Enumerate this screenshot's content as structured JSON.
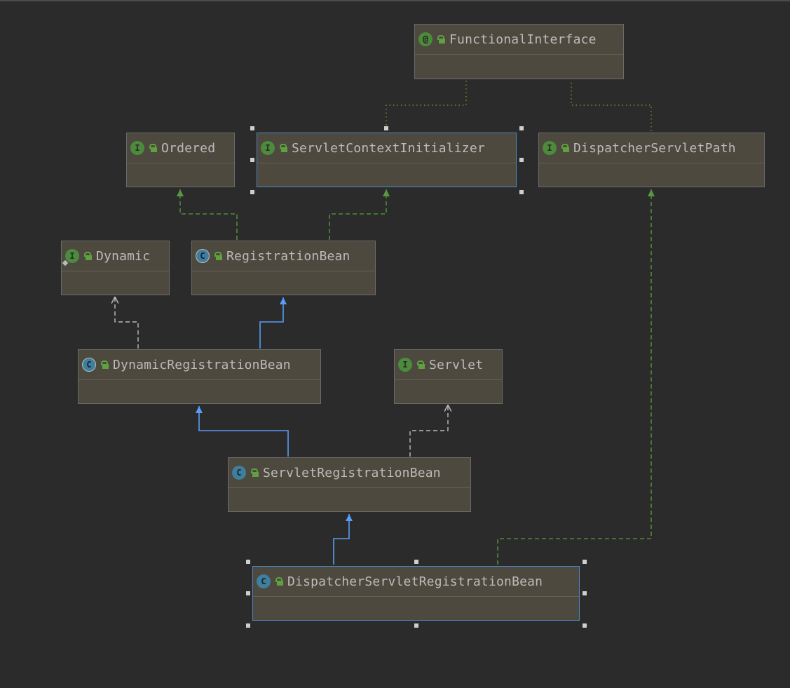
{
  "diagram": {
    "nodes": [
      {
        "id": "functional-interface",
        "name": "FunctionalInterface",
        "kind": "annotation",
        "kind_glyph": "@"
      },
      {
        "id": "ordered",
        "name": "Ordered",
        "kind": "interface",
        "kind_glyph": "I"
      },
      {
        "id": "servlet-context-initializer",
        "name": "ServletContextInitializer",
        "kind": "interface",
        "kind_glyph": "I"
      },
      {
        "id": "dispatcher-servlet-path",
        "name": "DispatcherServletPath",
        "kind": "interface",
        "kind_glyph": "I"
      },
      {
        "id": "dynamic",
        "name": "Dynamic",
        "kind": "interface",
        "kind_glyph": "I"
      },
      {
        "id": "registration-bean",
        "name": "RegistrationBean",
        "kind": "abstract-class",
        "kind_glyph": "C"
      },
      {
        "id": "dynamic-registration-bean",
        "name": "DynamicRegistrationBean",
        "kind": "abstract-class",
        "kind_glyph": "C"
      },
      {
        "id": "servlet",
        "name": "Servlet",
        "kind": "interface",
        "kind_glyph": "I"
      },
      {
        "id": "servlet-registration-bean",
        "name": "ServletRegistrationBean",
        "kind": "class",
        "kind_glyph": "C"
      },
      {
        "id": "dispatcher-servlet-registration-bean",
        "name": "DispatcherServletRegistrationBean",
        "kind": "class",
        "kind_glyph": "C"
      }
    ],
    "edges": [
      {
        "from": "dispatcher-servlet-path",
        "to": "functional-interface",
        "type": "annotation"
      },
      {
        "from": "servlet-context-initializer",
        "to": "functional-interface",
        "type": "annotation"
      },
      {
        "from": "registration-bean",
        "to": "ordered",
        "type": "implements"
      },
      {
        "from": "registration-bean",
        "to": "servlet-context-initializer",
        "type": "implements"
      },
      {
        "from": "dynamic-registration-bean",
        "to": "registration-bean",
        "type": "extends"
      },
      {
        "from": "dynamic-registration-bean",
        "to": "dynamic",
        "type": "uses"
      },
      {
        "from": "servlet-registration-bean",
        "to": "dynamic-registration-bean",
        "type": "extends"
      },
      {
        "from": "servlet-registration-bean",
        "to": "servlet",
        "type": "uses"
      },
      {
        "from": "dispatcher-servlet-registration-bean",
        "to": "servlet-registration-bean",
        "type": "extends"
      },
      {
        "from": "dispatcher-servlet-registration-bean",
        "to": "dispatcher-servlet-path",
        "type": "implements"
      }
    ],
    "selected": [
      "servlet-context-initializer",
      "dispatcher-servlet-registration-bean"
    ],
    "colors": {
      "background": "#2b2b2b",
      "node_fill": "#4d493e",
      "extends_edge": "#589df6",
      "implements_edge": "#4f8a3c",
      "uses_edge": "#bbbbbb",
      "annotation_edge": "#7a8a2a",
      "selection": "#4a88c7"
    }
  }
}
